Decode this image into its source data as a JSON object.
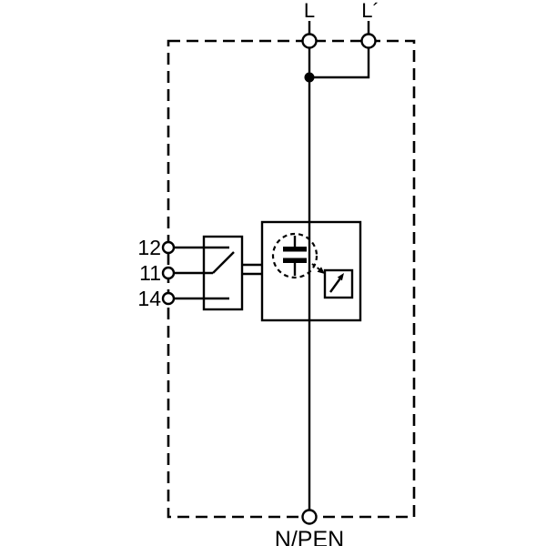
{
  "diagram": {
    "top_terminals": {
      "l": "L",
      "l_prime": "L´"
    },
    "bottom_terminal": {
      "n_pen": "N/PEN"
    },
    "remote_signalling_contact": {
      "t12": "12",
      "t11": "11",
      "t14": "14"
    },
    "colors": {
      "line": "#000000",
      "background": "#ffffff"
    }
  }
}
